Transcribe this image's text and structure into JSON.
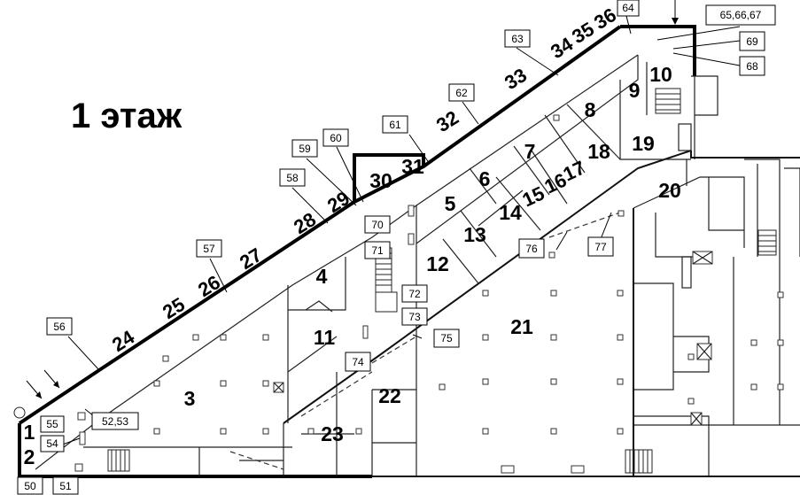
{
  "title": "1 этаж",
  "rooms": [
    "1",
    "2",
    "3",
    "4",
    "5",
    "6",
    "7",
    "8",
    "9",
    "10",
    "11",
    "12",
    "13",
    "14",
    "15",
    "16",
    "17",
    "18",
    "19",
    "20",
    "21",
    "22",
    "23",
    "24",
    "25",
    "26",
    "27",
    "28",
    "29",
    "30",
    "31",
    "32",
    "33",
    "34",
    "35",
    "36"
  ],
  "callouts": [
    "50",
    "51",
    "52,53",
    "54",
    "55",
    "56",
    "57",
    "58",
    "59",
    "60",
    "61",
    "62",
    "63",
    "64",
    "65,66,67",
    "68",
    "69",
    "70",
    "71",
    "72",
    "73",
    "74",
    "75",
    "76",
    "77"
  ]
}
